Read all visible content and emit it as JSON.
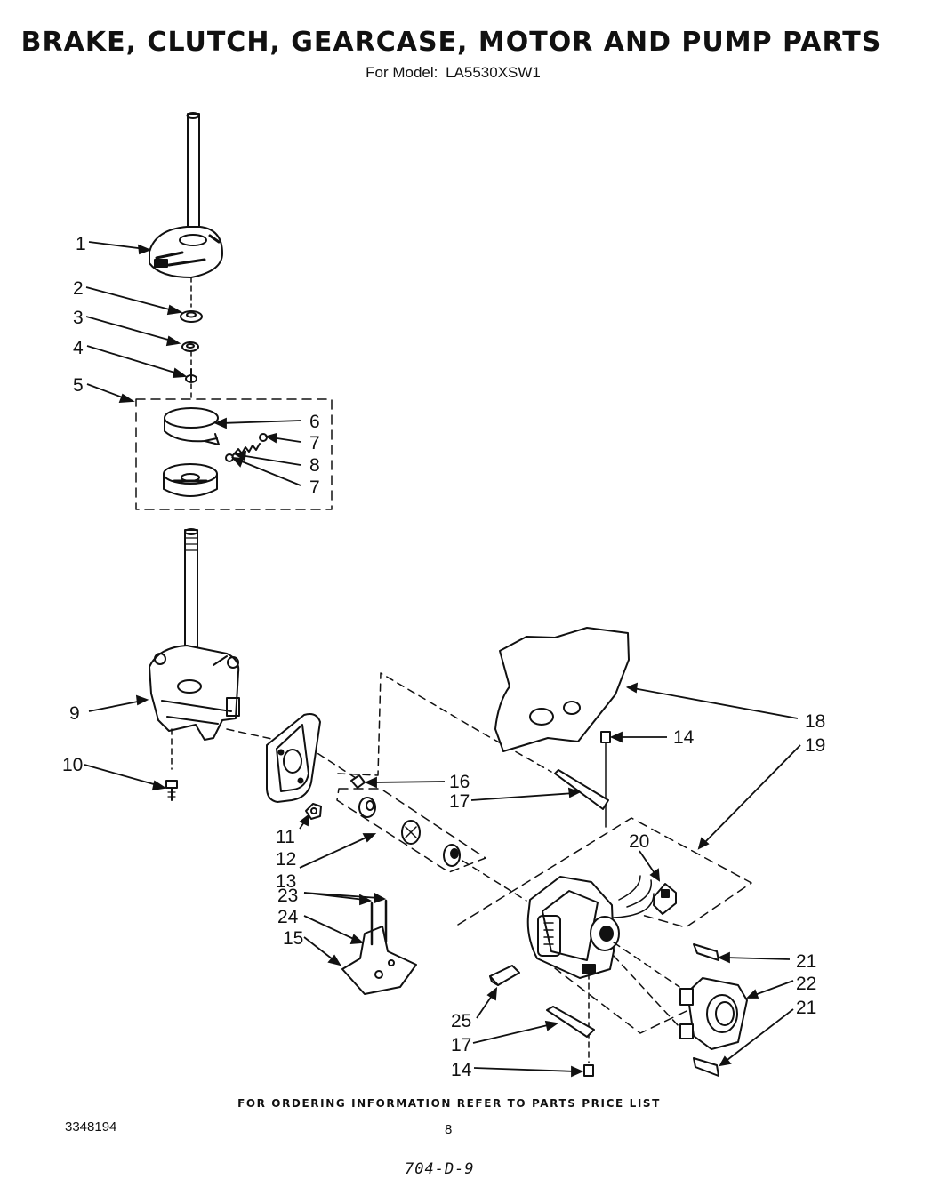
{
  "header": {
    "title": "BRAKE, CLUTCH, GEARCASE, MOTOR AND PUMP PARTS",
    "model_prefix": "For Model:",
    "model_number": "LA5530XSW1"
  },
  "callouts": [
    {
      "id": "c1",
      "text": "1"
    },
    {
      "id": "c2",
      "text": "2"
    },
    {
      "id": "c3",
      "text": "3"
    },
    {
      "id": "c4",
      "text": "4"
    },
    {
      "id": "c5",
      "text": "5"
    },
    {
      "id": "c6",
      "text": "6"
    },
    {
      "id": "c7a",
      "text": "7"
    },
    {
      "id": "c8",
      "text": "8"
    },
    {
      "id": "c7b",
      "text": "7"
    },
    {
      "id": "c9",
      "text": "9"
    },
    {
      "id": "c10",
      "text": "10"
    },
    {
      "id": "c11",
      "text": "11"
    },
    {
      "id": "c12",
      "text": "12"
    },
    {
      "id": "c13",
      "text": "13"
    },
    {
      "id": "c14a",
      "text": "14"
    },
    {
      "id": "c15",
      "text": "15"
    },
    {
      "id": "c16",
      "text": "16"
    },
    {
      "id": "c17a",
      "text": "17"
    },
    {
      "id": "c18",
      "text": "18"
    },
    {
      "id": "c19",
      "text": "19"
    },
    {
      "id": "c20",
      "text": "20"
    },
    {
      "id": "c21a",
      "text": "21"
    },
    {
      "id": "c22",
      "text": "22"
    },
    {
      "id": "c21b",
      "text": "21"
    },
    {
      "id": "c23",
      "text": "23"
    },
    {
      "id": "c24",
      "text": "24"
    },
    {
      "id": "c25",
      "text": "25"
    },
    {
      "id": "c17b",
      "text": "17"
    },
    {
      "id": "c14b",
      "text": "14"
    }
  ],
  "footer": {
    "ordering_note": "FOR ORDERING INFORMATION REFER TO PARTS PRICE LIST",
    "document_number": "3348194",
    "page_number": "8",
    "handwritten_code": "704-D-9"
  }
}
